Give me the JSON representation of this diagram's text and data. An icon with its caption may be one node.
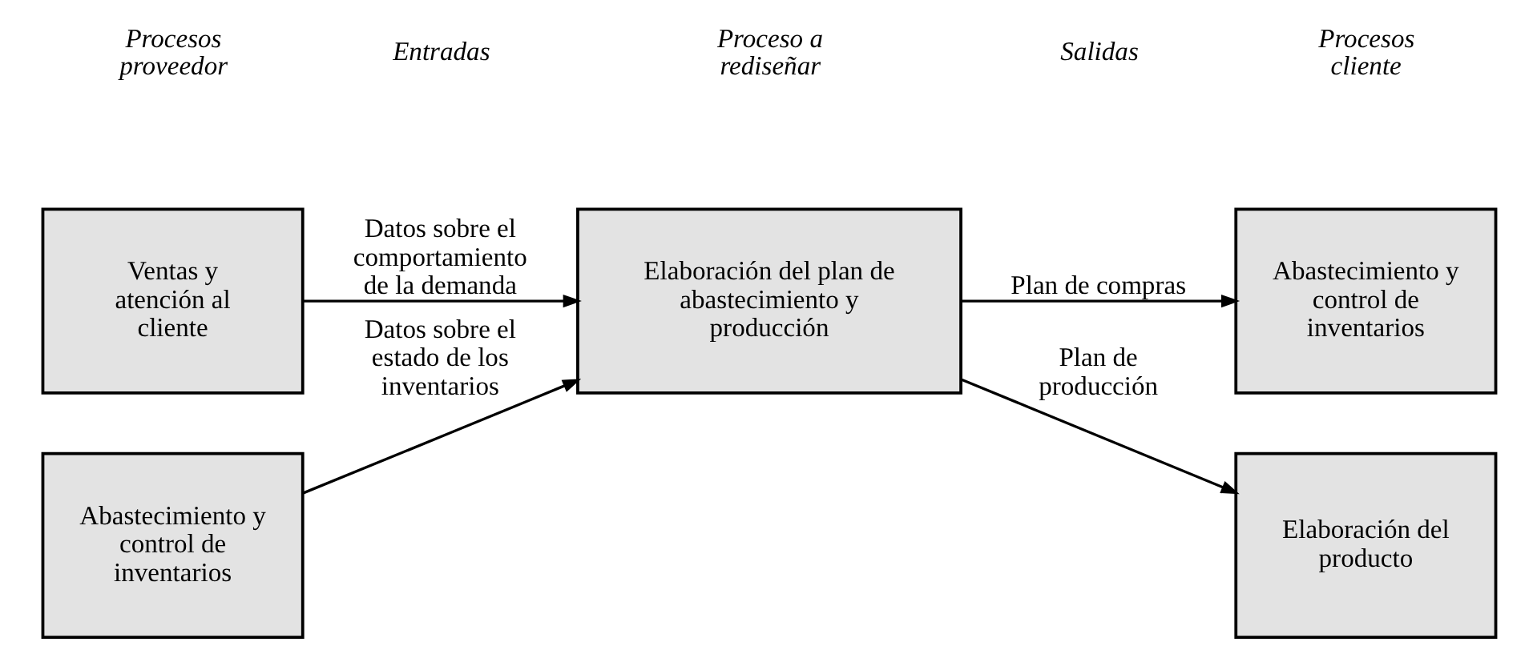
{
  "diagram": {
    "nodes": [
      {
        "text": [
          "Ventas y atención al cliente"
        ]
      },
      {
        "text": [
          "Abastecimiento y control de inventarios"
        ]
      },
      {
        "text": [
          "Elaboración del plan de abastecimiento y producción"
        ]
      },
      {
        "text": [
          "Abastecimiento y control de inventarios"
        ]
      },
      {
        "text": [
          "Elaboración del producto"
        ]
      }
    ],
    "edges": [
      {
        "from": 0,
        "to": 2,
        "arrow": "to",
        "label": "Datos sobre el comportamiento de la demanda"
      },
      {
        "from": 3,
        "to": 2,
        "arrow": "to",
        "label": "Datos sobre el estado de los inventarios"
      },
      {
        "from": 2,
        "to": 1,
        "arrow": "to",
        "label": "Plan de compras"
      },
      {
        "from": 2,
        "to": 4,
        "arrow": "to",
        "label": "Plan de producción"
      }
    ],
    "labels": [
      "Procesos proveedor",
      "Entradas",
      "Proceso a rediseñar",
      "Salidas",
      "Procesos cliente"
    ]
  }
}
